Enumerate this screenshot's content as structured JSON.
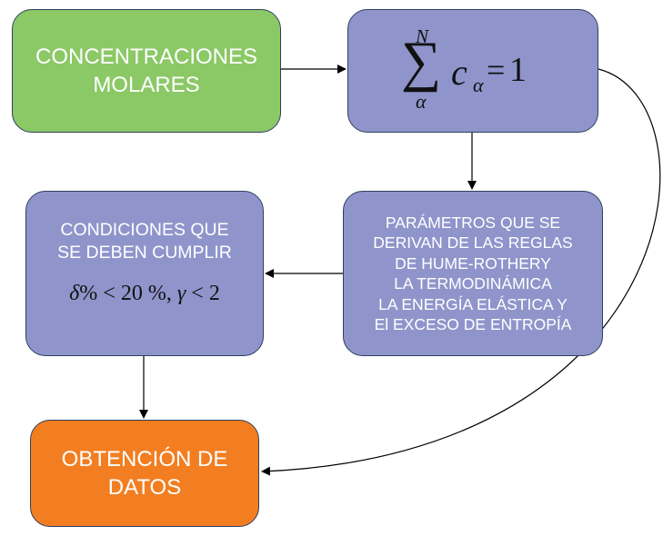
{
  "colors": {
    "green": "#8bc866",
    "purple": "#8f95cb",
    "orange": "#f27e21",
    "arrow": "#000000"
  },
  "nodes": {
    "concentraciones": {
      "lines": [
        "CONCENTRACIONES",
        "MOLARES"
      ]
    },
    "sum": {
      "sigma": "∑",
      "upper": "N",
      "lower": "α",
      "term": "c",
      "subscript": "α",
      "equals": "=",
      "rhs": "1"
    },
    "parametros": {
      "lines": [
        "PARÁMETROS QUE SE",
        "DERIVAN DE LAS REGLAS",
        "DE HUME-ROTHERY",
        "LA TERMODINÁMICA",
        "LA ENERGÍA ELÁSTICA Y",
        "El EXCESO DE ENTROPÍA"
      ]
    },
    "condiciones": {
      "lines": [
        "CONDICIONES QUE",
        "SE DEBEN CUMPLIR"
      ],
      "formula": {
        "delta": "δ",
        "lhs1": "% < 20 %, ",
        "gamma": "γ",
        "lhs2": " < 2"
      }
    },
    "obtencion": {
      "lines": [
        "OBTENCIÓN DE",
        "DATOS"
      ]
    }
  }
}
